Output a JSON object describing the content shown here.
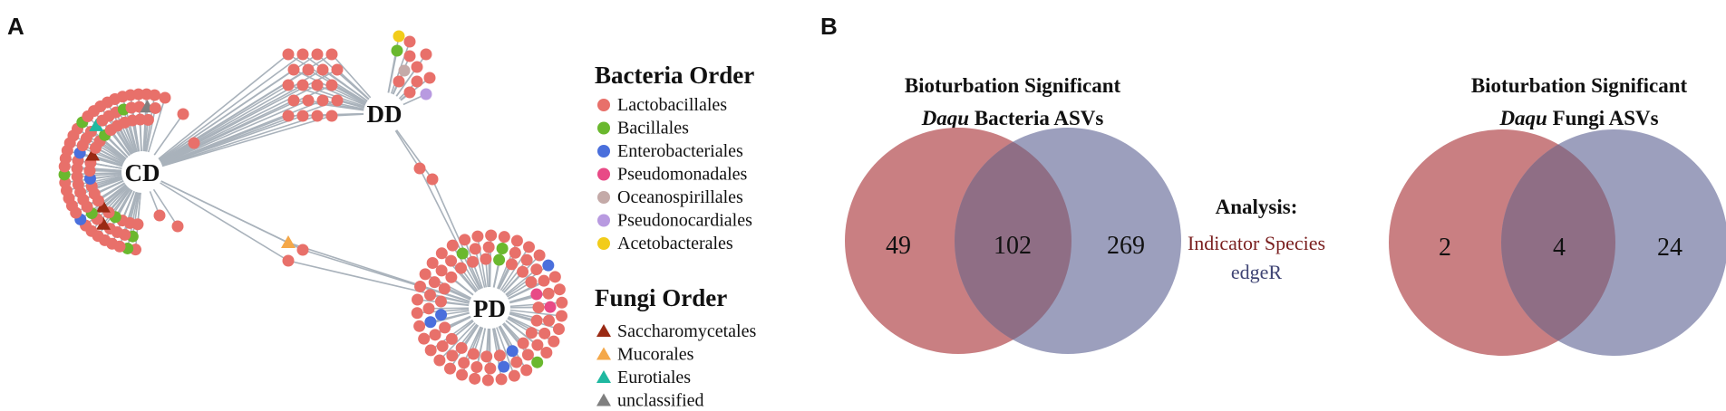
{
  "panels": {
    "a": "A",
    "b": "B"
  },
  "colors": {
    "edge": "#a9b2bb",
    "venn_left": "#c97f82",
    "venn_right": "#9c9fbd",
    "venn_overlap": "#8f6e85",
    "indicator": "#7a1f1f",
    "edger": "#3f4474"
  },
  "network": {
    "hubs": [
      {
        "id": "CD",
        "label": "CD"
      },
      {
        "id": "DD",
        "label": "DD"
      },
      {
        "id": "PD",
        "label": "PD"
      }
    ]
  },
  "legend": {
    "bacteria": {
      "title": "Bacteria Order",
      "items": [
        {
          "label": "Lactobacillales",
          "color": "#e8706a"
        },
        {
          "label": "Bacillales",
          "color": "#6ab82e"
        },
        {
          "label": "Enterobacteriales",
          "color": "#4a6fdc"
        },
        {
          "label": "Pseudomonadales",
          "color": "#e84a86"
        },
        {
          "label": "Oceanospirillales",
          "color": "#c4aaa8"
        },
        {
          "label": "Pseudonocardiales",
          "color": "#b89ae0"
        },
        {
          "label": "Acetobacterales",
          "color": "#f2cc1a"
        }
      ]
    },
    "fungi": {
      "title": "Fungi Order",
      "items": [
        {
          "label": "Saccharomycetales",
          "color": "#9a2a14"
        },
        {
          "label": "Mucorales",
          "color": "#f4a84a"
        },
        {
          "label": "Eurotiales",
          "color": "#1fb8a0"
        },
        {
          "label": "unclassified",
          "color": "#7f7f7f"
        }
      ]
    }
  },
  "venn": [
    {
      "title_line1": "Bioturbation Significant",
      "title_line2_italic": "Daqu",
      "title_line2_rest": " Bacteria ASVs",
      "left": "49",
      "overlap": "102",
      "right": "269"
    },
    {
      "title_line1": "Bioturbation Significant",
      "title_line2_italic": "Daqu",
      "title_line2_rest": " Fungi ASVs",
      "left": "2",
      "overlap": "4",
      "right": "24"
    }
  ],
  "analysis": {
    "title": "Analysis:",
    "items": [
      {
        "label": "Indicator Species",
        "color": "#7a1f1f"
      },
      {
        "label": "edgeR",
        "color": "#3f4474"
      }
    ]
  }
}
